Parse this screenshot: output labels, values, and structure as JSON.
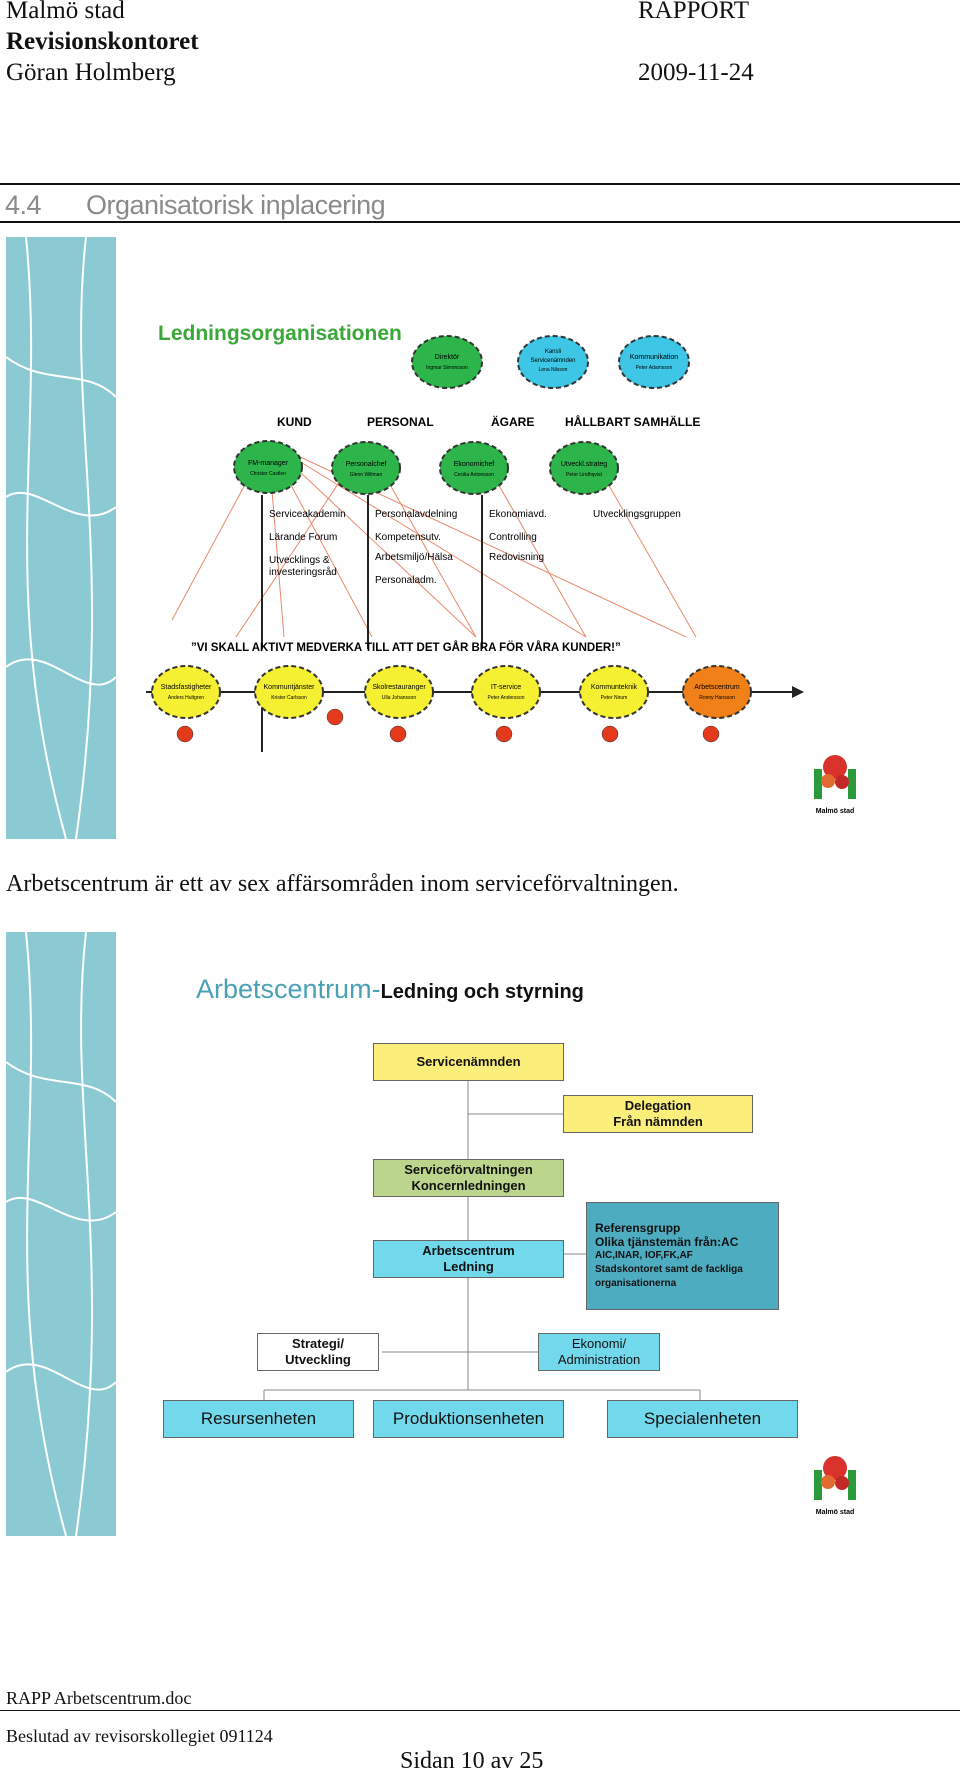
{
  "header": {
    "org": "Malmö stad",
    "report": "RAPPORT",
    "dept": "Revisionskontoret",
    "author": "Göran Holmberg",
    "date": "2009-11-24"
  },
  "section": {
    "number": "4.4",
    "title": "Organisatorisk inplacering"
  },
  "slide1": {
    "title": "Ledningsorganisationen",
    "top_circles": [
      {
        "title": "Direktör",
        "name": "Ingmar Simonsson"
      },
      {
        "title": "Kansli Servicenämnden",
        "name": "Lena Nilsson"
      },
      {
        "title": "Kommunikation",
        "name": "Peter Adamsson"
      }
    ],
    "columns": [
      "KUND",
      "PERSONAL",
      "ÄGARE",
      "HÅLLBART SAMHÄLLE"
    ],
    "managers": [
      {
        "title": "FM-manager",
        "name": "Christer Castlen"
      },
      {
        "title": "Personalchef",
        "name": "Glenn Willman"
      },
      {
        "title": "Ekonomichef",
        "name": "Cecilia Antonsson"
      },
      {
        "title": "Utveckl.strateg",
        "name": "Peter Lindhqvist"
      }
    ],
    "lists": [
      [
        "Serviceakademin",
        "Lärande Forum",
        "Utvecklings &",
        "investeringsråd"
      ],
      [
        "Personalavdelning",
        "Kompetensutv.",
        "Arbetsmiljö/Hälsa",
        "Personaladm."
      ],
      [
        "Ekonomiavd.",
        "Controlling",
        "Redovisning"
      ],
      [
        "Utvecklingsgruppen"
      ]
    ],
    "motto": "”VI SKALL AKTIVT MEDVERKA TILL ATT DET GÅR BRA FÖR VÅRA KUNDER!”",
    "units": [
      {
        "title": "Stadsfastigheter",
        "name": "Anders Hultgren"
      },
      {
        "title": "Kommuntjänster",
        "name": "Krister Carlsson"
      },
      {
        "title": "Skolrestauranger",
        "name": "Ulla Johansson"
      },
      {
        "title": "IT-service",
        "name": "Peter Andersson"
      },
      {
        "title": "Kommunteknik",
        "name": "Peter Nirum"
      },
      {
        "title": "Arbetscentrum",
        "name": "Ronny Hansson"
      }
    ],
    "logo_text": "Malmö stad",
    "colors": {
      "green_title": "#3aa838",
      "yellow": "#f6f032",
      "cyan": "#3ec6e6",
      "orange": "#f08018",
      "red": "#e23a1a"
    }
  },
  "paragraph": "Arbetscentrum är ett av sex affärsområden inom serviceförvaltningen.",
  "slide2": {
    "title_a": "Arbetscentrum-",
    "title_b": "Ledning och styrning",
    "servicenamnden": "Servicenämnden",
    "delegation": [
      "Delegation",
      "Från nämnden"
    ],
    "serviceforvaltningen": [
      "Serviceförvaltningen",
      "Koncernledningen"
    ],
    "ac_ledning": [
      "Arbetscentrum",
      "Ledning"
    ],
    "referens": [
      "Referensgrupp",
      "Olika tjänstemän från:AC",
      "AIC,INAR, IOF,FK,AF",
      "Stadskontoret samt de fackliga",
      "organisationerna"
    ],
    "strategi": [
      "Strategi/",
      "Utveckling"
    ],
    "ekonomi": [
      "Ekonomi/",
      "Administration"
    ],
    "units": [
      "Resursenheten",
      "Produktionsenheten",
      "Specialenheten"
    ],
    "logo_text": "Malmö stad"
  },
  "footer": {
    "file": "RAPP Arbetscentrum.doc",
    "approved": "Beslutad av revisorskollegiet 091124",
    "page": "Sidan 10 av 25"
  }
}
